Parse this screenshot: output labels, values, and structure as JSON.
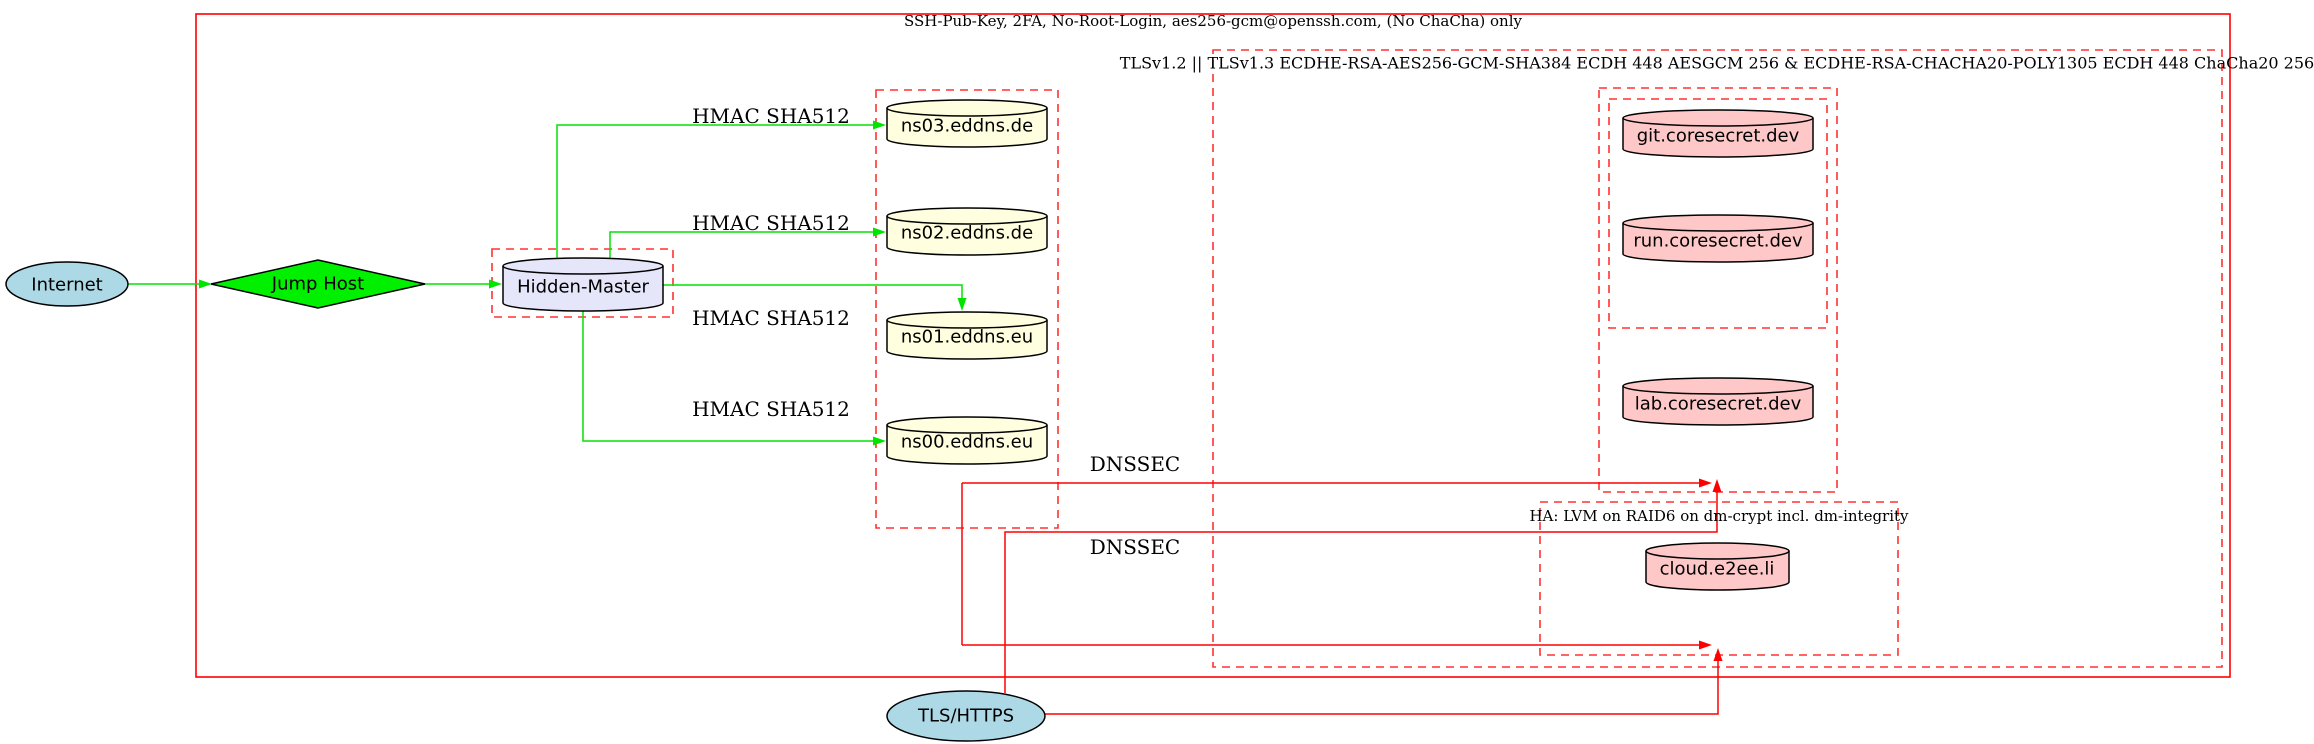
{
  "clusters": {
    "ssh": {
      "label": "SSH-Pub-Key, 2FA, No-Root-Login, aes256-gcm@openssh.com, (No ChaCha) only"
    },
    "tls": {
      "label": "TLSv1.2 || TLSv1.3 ECDHE-RSA-AES256-GCM-SHA384 ECDH 448 AESGCM 256 & ECDHE-RSA-CHACHA20-POLY1305 ECDH 448 ChaCha20 256"
    },
    "ha": {
      "label": "HA: LVM on RAID6 on dm-crypt incl. dm-integrity"
    }
  },
  "nodes": {
    "internet": {
      "label": "Internet"
    },
    "jump_host": {
      "label": "Jump Host"
    },
    "hidden_master": {
      "label": "Hidden-Master"
    },
    "ns03": {
      "label": "ns03.eddns.de"
    },
    "ns02": {
      "label": "ns02.eddns.de"
    },
    "ns01": {
      "label": "ns01.eddns.eu"
    },
    "ns00": {
      "label": "ns00.eddns.eu"
    },
    "git": {
      "label": "git.coresecret.dev"
    },
    "run": {
      "label": "run.coresecret.dev"
    },
    "lab": {
      "label": "lab.coresecret.dev"
    },
    "cloud": {
      "label": "cloud.e2ee.li"
    },
    "tls_https": {
      "label": "TLS/HTTPS"
    }
  },
  "edge_labels": {
    "hmac_ns03": "HMAC SHA512",
    "hmac_ns02": "HMAC SHA512",
    "hmac_ns01": "HMAC SHA512",
    "hmac_ns00": "HMAC SHA512",
    "dnssec_1": "DNSSEC",
    "dnssec_2": "DNSSEC"
  },
  "colors": {
    "internet_fill": "#ADD8E6",
    "jump_fill": "#00F000",
    "master_fill": "#E6E6FA",
    "ns_fill": "#FFFFE0",
    "web_fill": "#FFC8C8",
    "edge_green": "#00E400",
    "edge_red": "#FF0000",
    "box_red_solid": "#FF0000",
    "box_red_dashed": "#FF3232",
    "node_stroke": "#000000"
  }
}
